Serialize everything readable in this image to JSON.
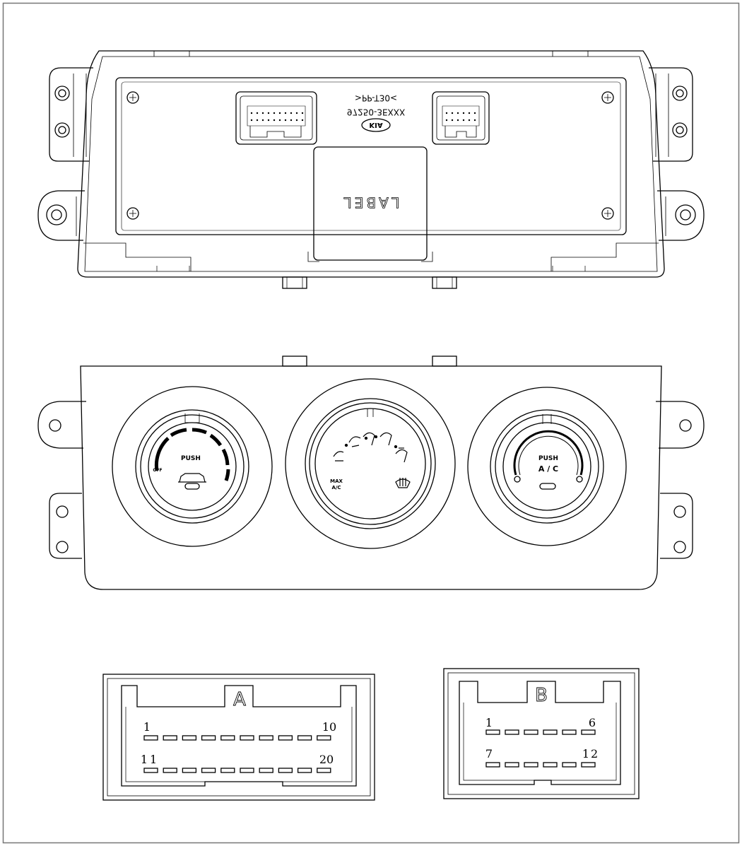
{
  "rear_view": {
    "connector_label_line1": ">PP-T30<",
    "connector_label_line2": "97250-3EXXX",
    "brand": "KIA",
    "label_area": "LABEL"
  },
  "front_view": {
    "fan_knob": {
      "push": "PUSH",
      "off": "OFF"
    },
    "mode_knob": {
      "max": "MAX",
      "a_c": "A/C"
    },
    "temp_knob": {
      "push": "PUSH",
      "ac": "A / C"
    }
  },
  "connector_a": {
    "letter": "A",
    "row1_start": "1",
    "row1_end": "10",
    "row2_start": "11",
    "row2_end": "20",
    "pins_per_row": 10
  },
  "connector_b": {
    "letter": "B",
    "row1_start": "1",
    "row1_end": "6",
    "row2_start": "7",
    "row2_end": "12",
    "pins_per_row": 6
  }
}
